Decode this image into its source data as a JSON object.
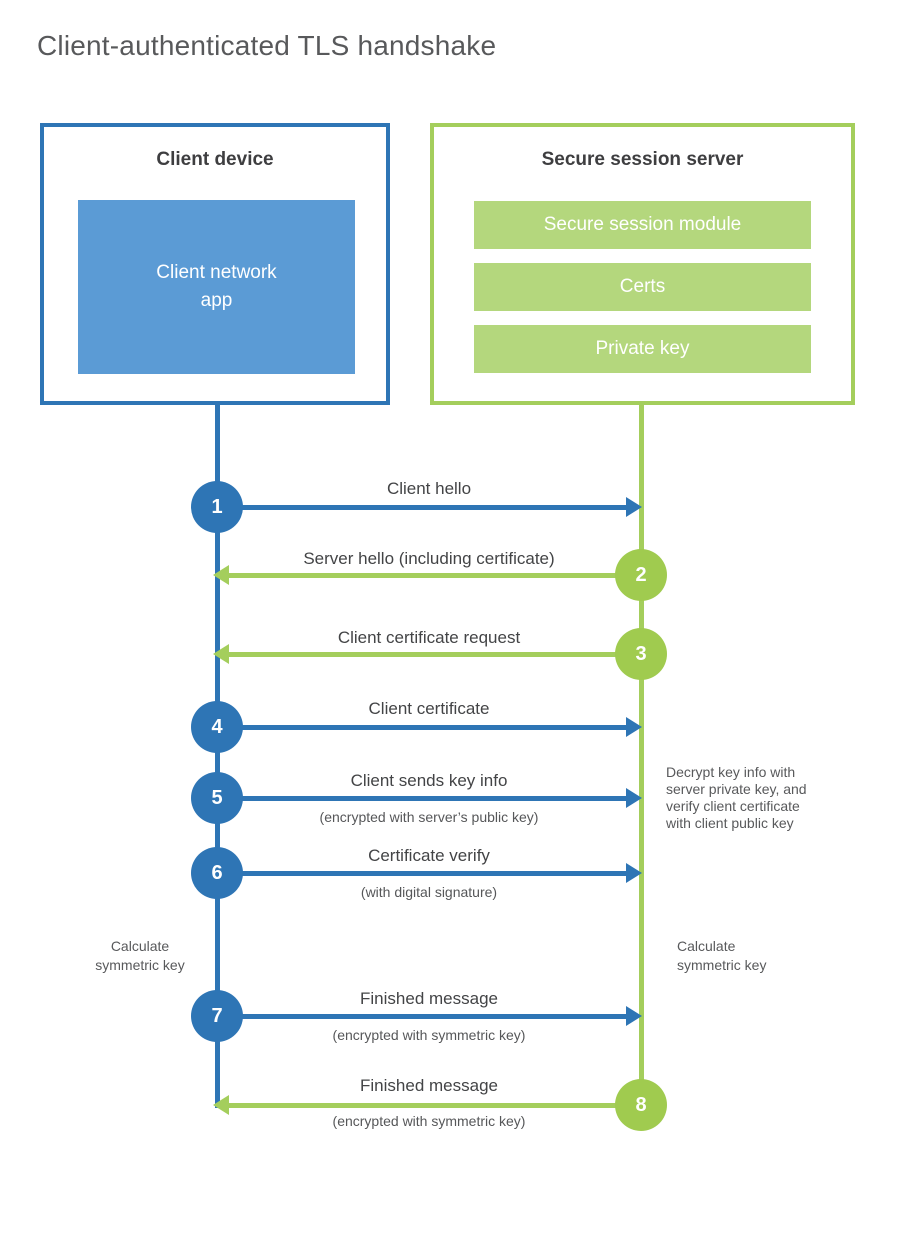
{
  "title": "Client-authenticated TLS handshake",
  "colors": {
    "blue_accent": "#2e75b5",
    "blue_fill": "#5b9bd5",
    "green_accent": "#a4ce5c",
    "green_fill": "#b4d77d",
    "green_badge": "#a0cb4f",
    "text_gray": "#58595b"
  },
  "client_box": {
    "heading": "Client device",
    "app_label": "Client network\napp"
  },
  "server_box": {
    "heading": "Secure session server",
    "modules": [
      "Secure session module",
      "Certs",
      "Private key"
    ]
  },
  "steps": [
    {
      "number": "1",
      "actor": "client",
      "direction": "right",
      "label": "Client hello",
      "sublabel": ""
    },
    {
      "number": "2",
      "actor": "server",
      "direction": "left",
      "label": "Server hello (including certificate)",
      "sublabel": ""
    },
    {
      "number": "3",
      "actor": "server",
      "direction": "left",
      "label": "Client certificate request",
      "sublabel": ""
    },
    {
      "number": "4",
      "actor": "client",
      "direction": "right",
      "label": "Client certificate",
      "sublabel": ""
    },
    {
      "number": "5",
      "actor": "client",
      "direction": "right",
      "label": "Client sends key info",
      "sublabel": "(encrypted with server’s public key)"
    },
    {
      "number": "6",
      "actor": "client",
      "direction": "right",
      "label": "Certificate verify",
      "sublabel": "(with digital signature)"
    },
    {
      "number": "7",
      "actor": "client",
      "direction": "right",
      "label": "Finished message",
      "sublabel": "(encrypted with symmetric key)"
    },
    {
      "number": "8",
      "actor": "server",
      "direction": "left",
      "label": "Finished message",
      "sublabel": "(encrypted with symmetric key)"
    }
  ],
  "annotations": {
    "decrypt_note": "Decrypt key info with\nserver private key, and\nverify client certificate\nwith client public key",
    "calc_left": "Calculate\nsymmetric key",
    "calc_right": "Calculate\nsymmetric key"
  }
}
